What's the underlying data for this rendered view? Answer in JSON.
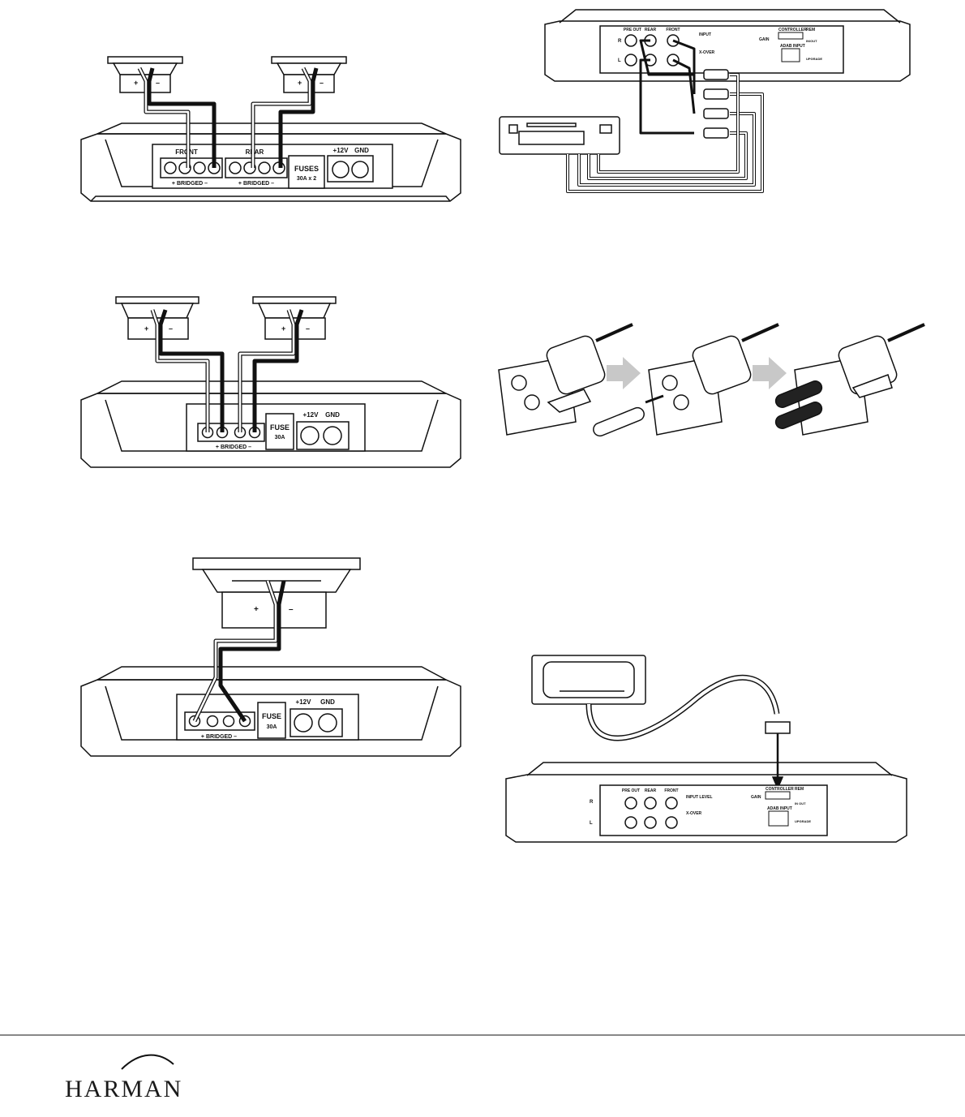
{
  "diagram1": {
    "front_label": "FRONT",
    "rear_label": "REAR",
    "bridged_label": "+ BRIDGED –",
    "fuse_label": "FUSES",
    "fuse_rating": "30A x 2",
    "power_label": "+12V",
    "ground_label": "GND"
  },
  "diagram2": {
    "bridged_label": "+ BRIDGED –",
    "fuse_label": "FUSE",
    "fuse_rating": "30A",
    "power_label": "+12V",
    "ground_label": "GND"
  },
  "diagram3": {
    "bridged_label": "+ BRIDGED –",
    "fuse_label": "FUSE",
    "fuse_rating": "30A",
    "power_label": "+12V",
    "ground_label": "GND"
  },
  "rca_panel": {
    "pre_out": "PRE OUT",
    "rear": "REAR",
    "front": "FRONT",
    "right": "R",
    "left": "L",
    "input": "INPUT",
    "controller": "CONTROLLER",
    "remote": "REM",
    "adab_input": "ADAB INPUT",
    "upgrade": "UPGRADE",
    "in_out": "IN/OUT",
    "gain": "GAIN",
    "xover": "X-OVER"
  },
  "remote_panel": {
    "pre_out": "PRE OUT",
    "rear": "REAR",
    "front": "FRONT",
    "right": "R",
    "left": "L",
    "input_level": "INPUT LEVEL",
    "controller": "CONTROLLER",
    "remote": "REM",
    "adab_input": "ADAB INPUT",
    "upgrade": "UPGRADE",
    "in_out": "IN OUT",
    "xover": "X-OVER",
    "gain": "GAIN"
  },
  "footer": {
    "brand": "HARMAN"
  },
  "colors": {
    "ink": "#111111",
    "wire_outline": "#111111",
    "arrow_gray": "#c8c8c8"
  }
}
